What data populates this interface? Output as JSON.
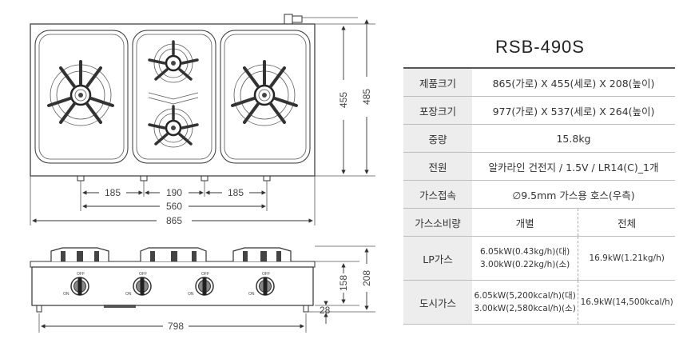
{
  "model": "RSB-490S",
  "dimensions": {
    "top_spacing_1": "185",
    "top_spacing_2": "190",
    "top_spacing_3": "185",
    "inner_width": "560",
    "total_width": "865",
    "depth_inner": "455",
    "depth_total": "485",
    "side_height_body": "158",
    "side_height_total": "208",
    "leg_height": "28",
    "base_width": "798"
  },
  "knobs": {
    "off": "OFF",
    "on": "ON"
  },
  "spec": {
    "rows": [
      {
        "label": "제품크기",
        "value": "865(가로) X 455(세로) X 208(높이)"
      },
      {
        "label": "포장크기",
        "value": "977(가로) X 537(세로) X 264(높이)"
      },
      {
        "label": "중량",
        "value": "15.8kg"
      },
      {
        "label": "전원",
        "value": "알카라인 건전지 / 1.5V / LR14(C)_1개"
      },
      {
        "label": "가스접속",
        "value": "∅9.5mm 가스용 호스(우측)"
      }
    ],
    "consumption_label": "가스소비량",
    "col_individual": "개별",
    "col_total": "전체",
    "lp_label": "LP가스",
    "lp_individual_1": "6.05kW(0.43kg/h)(대)",
    "lp_individual_2": "3.00kW(0.22kg/h)(소)",
    "lp_total": "16.9kW(1.21kg/h)",
    "city_label": "도시가스",
    "city_individual_1": "6.05kW(5,200kcal/h)(대)",
    "city_individual_2": "3.00kW(2,580kcal/h)(소)",
    "city_total": "16.9kW(14,500kcal/h)"
  }
}
